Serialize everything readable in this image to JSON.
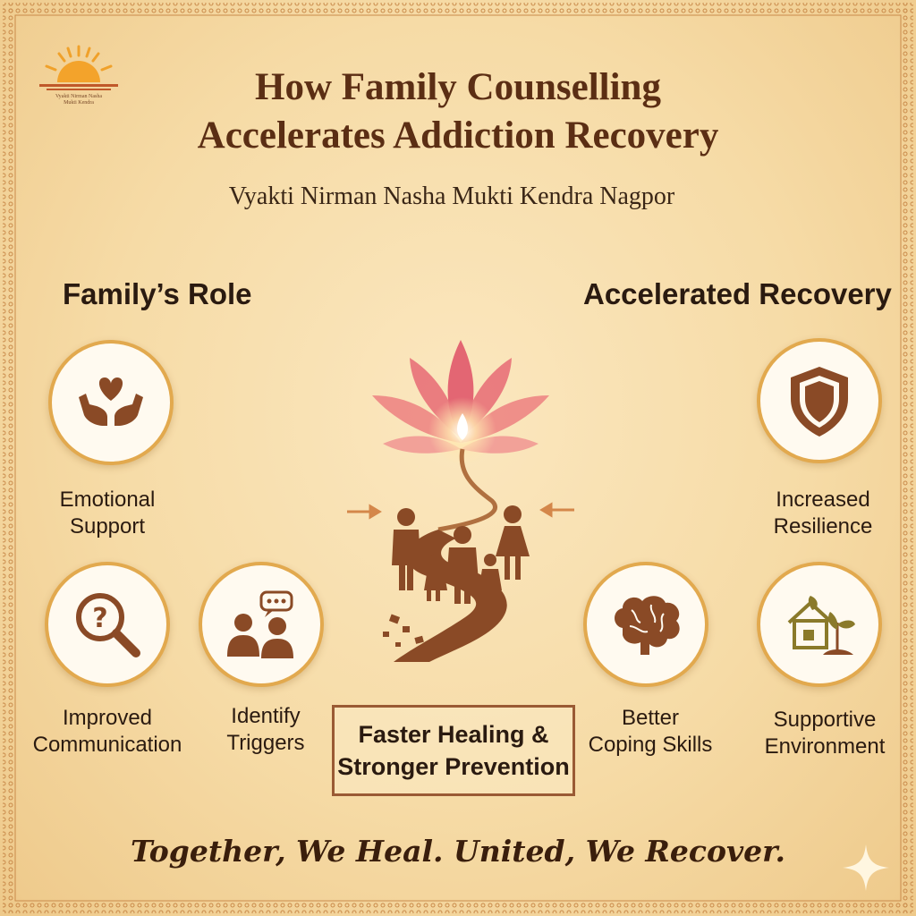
{
  "logo": {
    "text_line1": "Vyakti Nirman Nasha",
    "text_line2": "Mukti Kendra"
  },
  "title": {
    "line1": "How Family Counselling",
    "line2": "Accelerates Addiction Recovery"
  },
  "subtitle": "Vyakti Nirman Nasha Mukti Kendra Nagpor",
  "left_section": {
    "heading": "Family’s Role",
    "items": [
      {
        "label_line1": "Emotional",
        "label_line2": "Support",
        "icon": "heart-hands-icon"
      },
      {
        "label_line1": "Improved",
        "label_line2": "Communication",
        "icon": "question-magnifier-icon"
      },
      {
        "label_line1": "Identify",
        "label_line2": "Triggers",
        "icon": "people-speech-icon"
      }
    ]
  },
  "right_section": {
    "heading": "Accelerated Recovery",
    "items": [
      {
        "label_line1": "Increased",
        "label_line2": "Resilience",
        "icon": "shield-icon"
      },
      {
        "label_line1": "Better",
        "label_line2": "Coping Skills",
        "icon": "brain-icon"
      },
      {
        "label_line1": "Supportive",
        "label_line2": "Environment",
        "icon": "house-plant-icon"
      }
    ]
  },
  "callout": {
    "line1": "Faster Healing &",
    "line2": "Stronger Prevention"
  },
  "tagline": "Together, We Heal. United, We Recover.",
  "colors": {
    "title": "#5b2e14",
    "accent": "#e2a94e",
    "icon": "#8a4a26",
    "lotus": "#e0586a"
  }
}
